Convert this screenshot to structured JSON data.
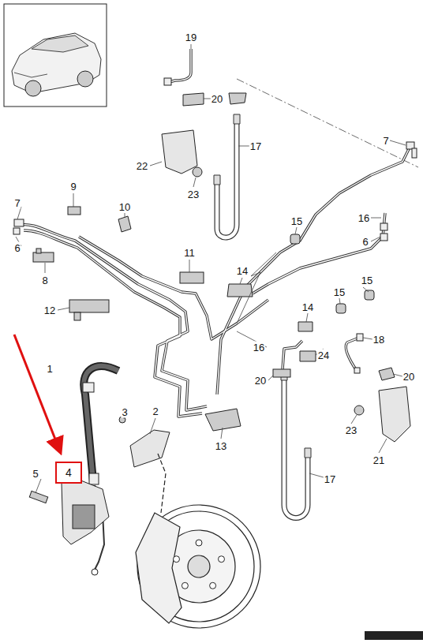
{
  "diagram": {
    "nodes": [
      {
        "text": [
          "4"
        ]
      }
    ],
    "labels": [
      "19",
      "20",
      "17",
      "22",
      "23",
      "7",
      "9",
      "10",
      "7",
      "6",
      "15",
      "16",
      "6",
      "8",
      "11",
      "14",
      "15",
      "12",
      "14",
      "15",
      "16",
      "18",
      "24",
      "1",
      "20",
      "20",
      "3",
      "2",
      "23",
      "13",
      "21",
      "5",
      "17"
    ]
  }
}
